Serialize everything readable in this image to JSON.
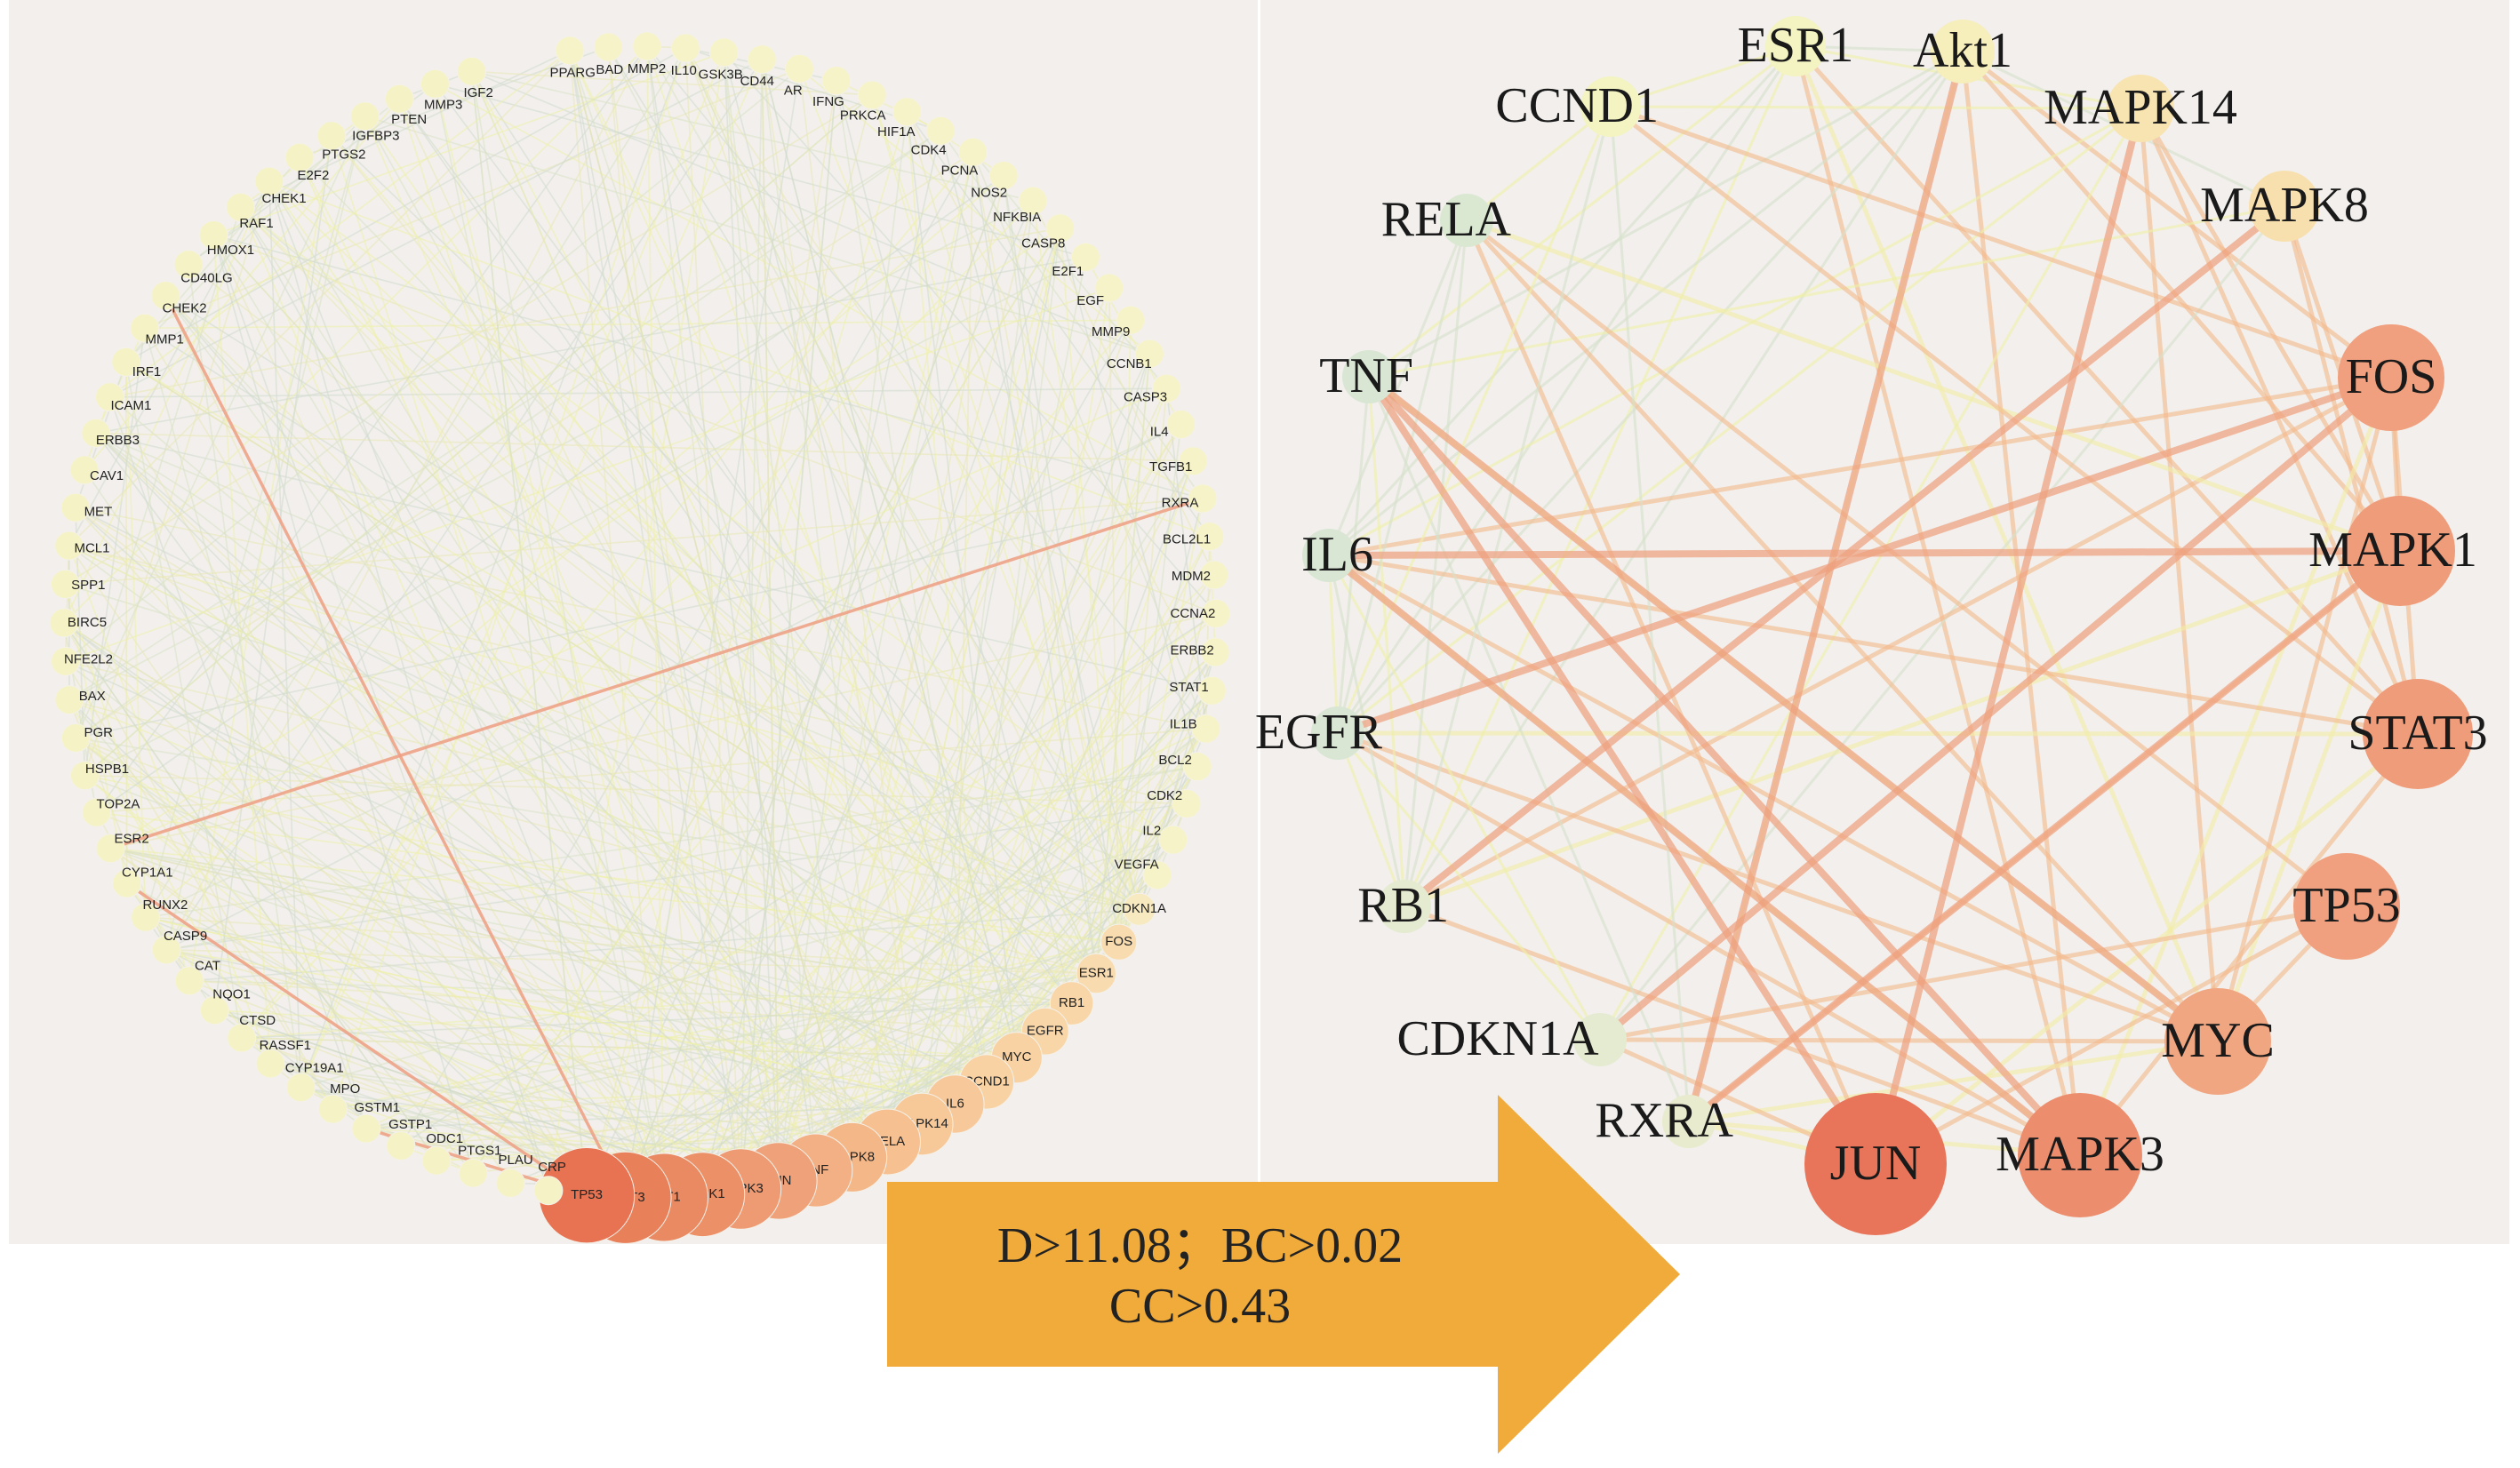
{
  "left_network": {
    "nodes": [
      {
        "label": "PPARG",
        "color": "#f6f3c8"
      },
      {
        "label": "BAD",
        "color": "#f6f3c8"
      },
      {
        "label": "MMP2",
        "color": "#f6f3c8"
      },
      {
        "label": "IL10",
        "color": "#f6f3c8"
      },
      {
        "label": "GSK3B",
        "color": "#f6f3c8"
      },
      {
        "label": "CD44",
        "color": "#f6f3c8"
      },
      {
        "label": "AR",
        "color": "#f6f3c8"
      },
      {
        "label": "IFNG",
        "color": "#f6f3c8"
      },
      {
        "label": "PRKCA",
        "color": "#f6f3c8"
      },
      {
        "label": "HIF1A",
        "color": "#f6f3c8"
      },
      {
        "label": "CDK4",
        "color": "#f6f3c8"
      },
      {
        "label": "PCNA",
        "color": "#f6f3c8"
      },
      {
        "label": "NOS2",
        "color": "#f6f3c8"
      },
      {
        "label": "NFKBIA",
        "color": "#f6f3c8"
      },
      {
        "label": "CASP8",
        "color": "#f6f3c8"
      },
      {
        "label": "E2F1",
        "color": "#f6f3c8"
      },
      {
        "label": "EGF",
        "color": "#f6f3c8"
      },
      {
        "label": "MMP9",
        "color": "#f6f3c8"
      },
      {
        "label": "CCNB1",
        "color": "#f6f3c8"
      },
      {
        "label": "CASP3",
        "color": "#f6f3c8"
      },
      {
        "label": "IL4",
        "color": "#f6f3c8"
      },
      {
        "label": "TGFB1",
        "color": "#f6f3c8"
      },
      {
        "label": "RXRA",
        "color": "#f6f3c8"
      },
      {
        "label": "BCL2L1",
        "color": "#f6f3c8"
      },
      {
        "label": "MDM2",
        "color": "#f6f3c8"
      },
      {
        "label": "CCNA2",
        "color": "#f6f3c8"
      },
      {
        "label": "ERBB2",
        "color": "#f6f3c8"
      },
      {
        "label": "STAT1",
        "color": "#f6f3c8"
      },
      {
        "label": "IL1B",
        "color": "#f6f3c8"
      },
      {
        "label": "BCL2",
        "color": "#f6f3c8"
      },
      {
        "label": "CDK2",
        "color": "#f6f3c8"
      },
      {
        "label": "IL2",
        "color": "#f6f3c8"
      },
      {
        "label": "VEGFA",
        "color": "#f6f3c8"
      },
      {
        "label": "CDKN1A",
        "color": "#f7e9c0"
      },
      {
        "label": "FOS",
        "color": "#f8dcb0"
      },
      {
        "label": "ESR1",
        "color": "#f8dcb0"
      },
      {
        "label": "RB1",
        "color": "#f8d6a8"
      },
      {
        "label": "EGFR",
        "color": "#f8d6a8"
      },
      {
        "label": "MYC",
        "color": "#f8d2a2"
      },
      {
        "label": "CCND1",
        "color": "#f8d2a2"
      },
      {
        "label": "IL6",
        "color": "#f7c99a"
      },
      {
        "label": "MAPK14",
        "color": "#f7c898"
      },
      {
        "label": "RELA",
        "color": "#f6c090"
      },
      {
        "label": "MAPK8",
        "color": "#f4b888"
      },
      {
        "label": "TNF",
        "color": "#f2b084"
      },
      {
        "label": "JUN",
        "color": "#efa27a"
      },
      {
        "label": "MAPK3",
        "color": "#ee9a72"
      },
      {
        "label": "MAPK1",
        "color": "#ec9068"
      },
      {
        "label": "AKT1",
        "color": "#e98a62"
      },
      {
        "label": "STAT3",
        "color": "#e8805a"
      },
      {
        "label": "TP53",
        "color": "#e87352"
      },
      {
        "label": "CRP",
        "color": "#f5f2c6"
      },
      {
        "label": "PLAU",
        "color": "#f5f2c6"
      },
      {
        "label": "PTGS1",
        "color": "#f5f2c6"
      },
      {
        "label": "ODC1",
        "color": "#f5f2c6"
      },
      {
        "label": "GSTP1",
        "color": "#f5f2c6"
      },
      {
        "label": "GSTM1",
        "color": "#f5f2c6"
      },
      {
        "label": "MPO",
        "color": "#f5f2c6"
      },
      {
        "label": "CYP19A1",
        "color": "#f5f2c6"
      },
      {
        "label": "RASSF1",
        "color": "#f5f2c6"
      },
      {
        "label": "CTSD",
        "color": "#f5f2c6"
      },
      {
        "label": "NQO1",
        "color": "#f5f2c6"
      },
      {
        "label": "CAT",
        "color": "#f5f2c6"
      },
      {
        "label": "CASP9",
        "color": "#f5f2c6"
      },
      {
        "label": "RUNX2",
        "color": "#f5f2c6"
      },
      {
        "label": "CYP1A1",
        "color": "#f5f2c6"
      },
      {
        "label": "ESR2",
        "color": "#f5f2c6"
      },
      {
        "label": "TOP2A",
        "color": "#f5f2c6"
      },
      {
        "label": "HSPB1",
        "color": "#f5f2c6"
      },
      {
        "label": "PGR",
        "color": "#f5f2c6"
      },
      {
        "label": "BAX",
        "color": "#f5f2c6"
      },
      {
        "label": "NFE2L2",
        "color": "#f5f2c6"
      },
      {
        "label": "BIRC5",
        "color": "#f5f2c6"
      },
      {
        "label": "SPP1",
        "color": "#f5f2c6"
      },
      {
        "label": "MCL1",
        "color": "#f5f2c6"
      },
      {
        "label": "MET",
        "color": "#f5f2c6"
      },
      {
        "label": "CAV1",
        "color": "#f5f2c6"
      },
      {
        "label": "ERBB3",
        "color": "#f5f2c6"
      },
      {
        "label": "ICAM1",
        "color": "#f5f2c6"
      },
      {
        "label": "IRF1",
        "color": "#f5f2c6"
      },
      {
        "label": "MMP1",
        "color": "#f5f2c6"
      },
      {
        "label": "CHEK2",
        "color": "#f5f2c6"
      },
      {
        "label": "CD40LG",
        "color": "#f5f2c6"
      },
      {
        "label": "HMOX1",
        "color": "#f5f2c6"
      },
      {
        "label": "RAF1",
        "color": "#f5f2c6"
      },
      {
        "label": "CHEK1",
        "color": "#f5f2c6"
      },
      {
        "label": "E2F2",
        "color": "#f5f2c6"
      },
      {
        "label": "PTGS2",
        "color": "#f5f2c6"
      },
      {
        "label": "IGFBP3",
        "color": "#f5f2c6"
      },
      {
        "label": "PTEN",
        "color": "#f5f2c6"
      },
      {
        "label": "MMP3",
        "color": "#f5f2c6"
      },
      {
        "label": "IGF2",
        "color": "#f5f2c6"
      }
    ]
  },
  "arrow": {
    "line1": "D>11.08；BC>0.02",
    "line2": "CC>0.43"
  },
  "right_network": {
    "nodes": [
      {
        "label": "ESR1",
        "color": "#f4f3c2"
      },
      {
        "label": "Akt1",
        "color": "#f6eebb"
      },
      {
        "label": "MAPK14",
        "color": "#f8e4b0"
      },
      {
        "label": "MAPK8",
        "color": "#f8e0ae"
      },
      {
        "label": "FOS",
        "color": "#f0a07e"
      },
      {
        "label": "MAPK1",
        "color": "#ef9c7a"
      },
      {
        "label": "STAT3",
        "color": "#ef9c7a"
      },
      {
        "label": "TP53",
        "color": "#f0a07e"
      },
      {
        "label": "MYC",
        "color": "#f1a682"
      },
      {
        "label": "MAPK3",
        "color": "#ec8e6e"
      },
      {
        "label": "JUN",
        "color": "#e8755a"
      },
      {
        "label": "RXRA",
        "color": "#e8ebcd"
      },
      {
        "label": "CDKN1A",
        "color": "#e4ebd0"
      },
      {
        "label": "RB1",
        "color": "#e4ebd0"
      },
      {
        "label": "EGFR",
        "color": "#d9e6d4"
      },
      {
        "label": "IL6",
        "color": "#d9e6d4"
      },
      {
        "label": "TNF",
        "color": "#d9e6d4"
      },
      {
        "label": "RELA",
        "color": "#dae8d2"
      },
      {
        "label": "CCND1",
        "color": "#f3f4c2"
      }
    ]
  }
}
